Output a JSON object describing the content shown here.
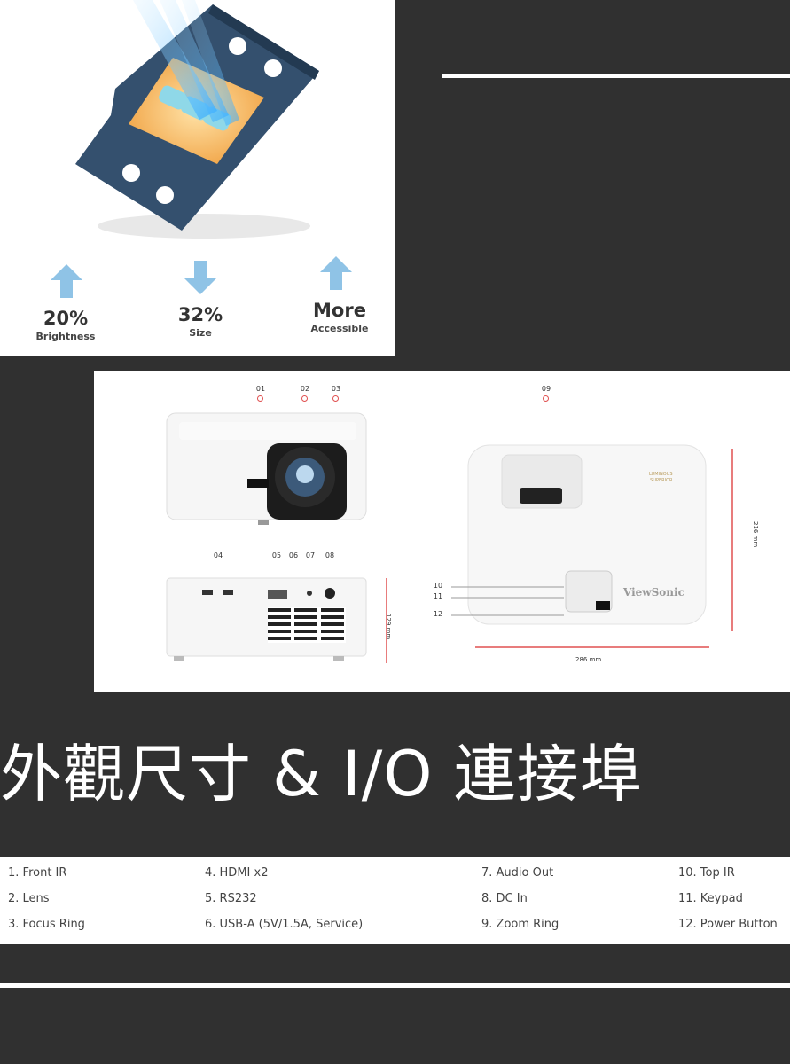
{
  "stats": [
    {
      "value": "20%",
      "caption": "Brightness",
      "direction": "up"
    },
    {
      "value": "32%",
      "caption": "Size",
      "direction": "down"
    },
    {
      "value": "More",
      "caption": "Accessible",
      "direction": "up"
    }
  ],
  "diagram": {
    "front_callouts": [
      "01",
      "02",
      "03"
    ],
    "rear_callouts": [
      "04",
      "05",
      "06",
      "07",
      "08"
    ],
    "top_callouts": [
      "09"
    ],
    "side_callouts": [
      "10",
      "11",
      "12"
    ],
    "height_label": "129 mm",
    "depth_label": "216 mm",
    "width_label": "286 mm",
    "brand": "ViewSonic",
    "badge_line1": "LUMINOUS",
    "badge_line2": "SUPERIOR"
  },
  "title": "外觀尺寸 & I/O 連接埠",
  "legend": [
    [
      "1. Front IR",
      "2. Lens",
      "3. Focus Ring"
    ],
    [
      "4. HDMI x2",
      "5. RS232",
      "6. USB-A (5V/1.5A, Service)"
    ],
    [
      "7. Audio Out",
      "8. DC In",
      "9. Zoom Ring"
    ],
    [
      "10. Top IR",
      "11. Keypad",
      "12. Power Button"
    ]
  ],
  "colors": {
    "background": "#303030",
    "arrow": "#8fc3e6",
    "callout": "#e05050"
  }
}
